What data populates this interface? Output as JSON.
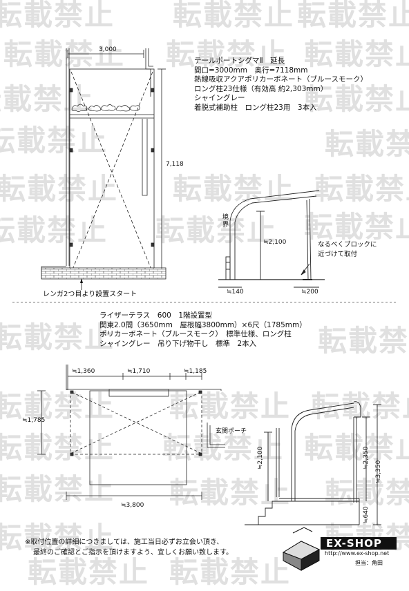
{
  "watermark": {
    "text": "転載禁止"
  },
  "top_section": {
    "spec_lines": [
      "テールポートシグマⅡ　延長",
      "間口=3000mm　奥行=7118mm",
      "熱線吸収アクアポリカーボネート（ブルースモーク）",
      "ロング柱23仕様（有効高 約2,303mm）",
      "シャイングレー",
      "着脱式補助柱　ロング柱23用　3本入"
    ],
    "dim_width": "3,000",
    "dim_depth": "7,118",
    "label_start": "レンガ2つ目より設置スタート",
    "side_boundary": "境界",
    "side_height": "≒2,100",
    "side_offset_left": "≒140",
    "side_offset_right": "≒200",
    "side_note": "なるべくブロックに\n近づけて取付"
  },
  "bottom_section": {
    "spec_lines": [
      "ライザーテラス　600　1階設置型",
      "関東2.0間（3650mm　屋根幅3800mm）×6尺（1785mm）",
      "ポリカーボネート（ブルースモーク）　標準仕様、ロング柱",
      "シャイングレー　吊り下げ物干し　標準　2本入"
    ],
    "dim_left": "≒1,360",
    "dim_mid": "≒1,710",
    "dim_right": "≒1,185",
    "dim_depth": "≒1,785",
    "dim_width": "≒3,800",
    "label_porch": "玄関ポーチ",
    "side_height_left": "≒2,100",
    "side_height_a": "≒2,350",
    "side_height_b": "≒3,350",
    "side_base": "≒640"
  },
  "footer": {
    "note_lines": [
      "※取付位置の詳細につきましては、施工当日必ずお立会い頂き、",
      "最終のご確認とご指示を頂けますよう、宜しくお願い致します。"
    ],
    "logo_text": "EX-SHOP",
    "url": "http://www.ex-shop.net",
    "staff": "担当：角田"
  }
}
